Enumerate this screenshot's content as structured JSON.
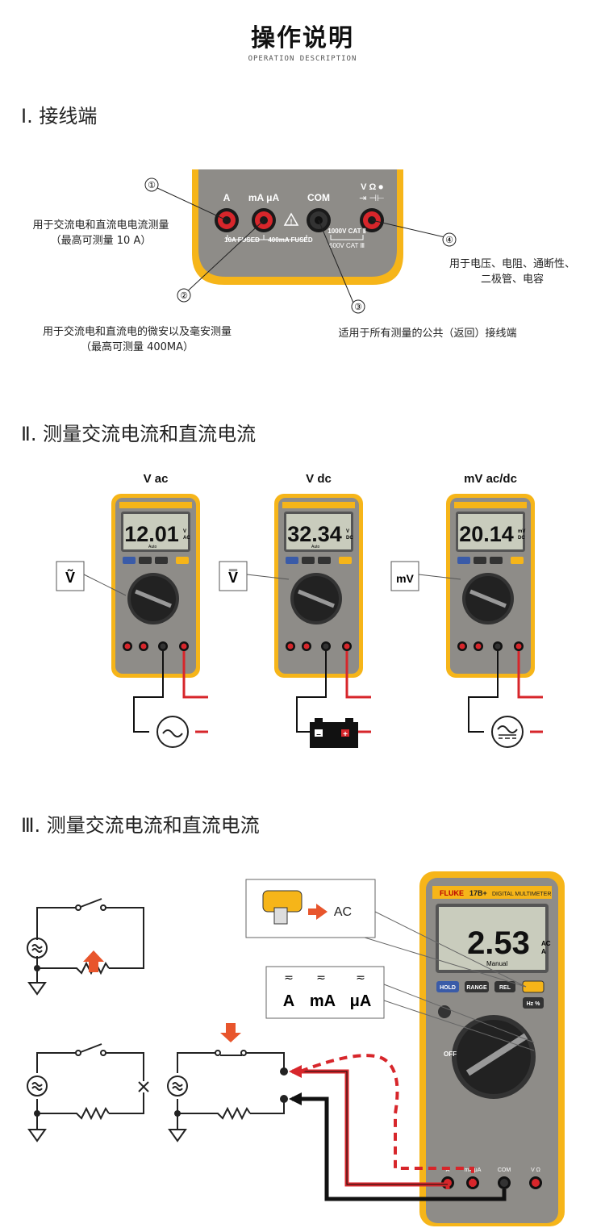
{
  "header": {
    "title": "操作说明",
    "subtitle": "OPERATION DESCRIPTION"
  },
  "section1": {
    "heading": "Ⅰ. 接线端",
    "terminal_labels": {
      "a": "A",
      "ma": "mA μA",
      "com": "COM",
      "v": "V Ω ⦁"
    },
    "panel_text": {
      "fuse_a": "10A FUSED",
      "fuse_ma": "400mA FUSED",
      "cat1": "1000V CAT Ⅱ",
      "cat2": "600V CAT Ⅲ"
    },
    "markers": [
      "①",
      "②",
      "③",
      "④"
    ],
    "note1_line1": "用于交流电和直流电电流测量",
    "note1_line2": "（最高可测量 10 A）",
    "note2_line1": "用于交流电和直流电的微安以及毫安测量",
    "note2_line2": "（最高可测量 400MA）",
    "note3": "适用于所有测量的公共（返回）接线端",
    "note4_line1": "用于电压、电阻、通断性、",
    "note4_line2": "二极管、电容"
  },
  "section2": {
    "heading": "Ⅱ. 测量交流电流和直流电流",
    "meters": [
      {
        "label": "V ac",
        "reading": "12.01",
        "unit_top": "V",
        "unit_bottom": "AC",
        "sub": "Auto",
        "symbol": "Ṽ"
      },
      {
        "label": "V dc",
        "reading": "32.34",
        "unit_top": "V",
        "unit_bottom": "DC",
        "sub": "Auto",
        "symbol": "V̿"
      },
      {
        "label": "mV ac/dc",
        "reading": "20.14",
        "unit_top": "mV",
        "unit_bottom": "DC",
        "sub": "",
        "symbol": "mV"
      }
    ]
  },
  "section3": {
    "heading": "Ⅲ. 测量交流电流和直流电流",
    "meter": {
      "brand": "FLUKE",
      "model": "17B+",
      "model_sub": "DIGITAL MULTIMETER",
      "reading": "2.53",
      "unit_top": "AC",
      "unit_bottom": "A",
      "sub": "Manual",
      "buttons": [
        "HOLD",
        "RANGE",
        "REL",
        "",
        "Hz %"
      ],
      "off": "OFF",
      "terms": [
        "A",
        "mA μA",
        "COM",
        "V Ω"
      ]
    },
    "callout_ac": "AC",
    "callout_units": [
      "A",
      "mA",
      "μA"
    ]
  },
  "colors": {
    "yellow": "#f6b519",
    "gray": "#8e8c88",
    "red": "#d7262b",
    "black": "#111111",
    "arrow": "#e8552c"
  }
}
